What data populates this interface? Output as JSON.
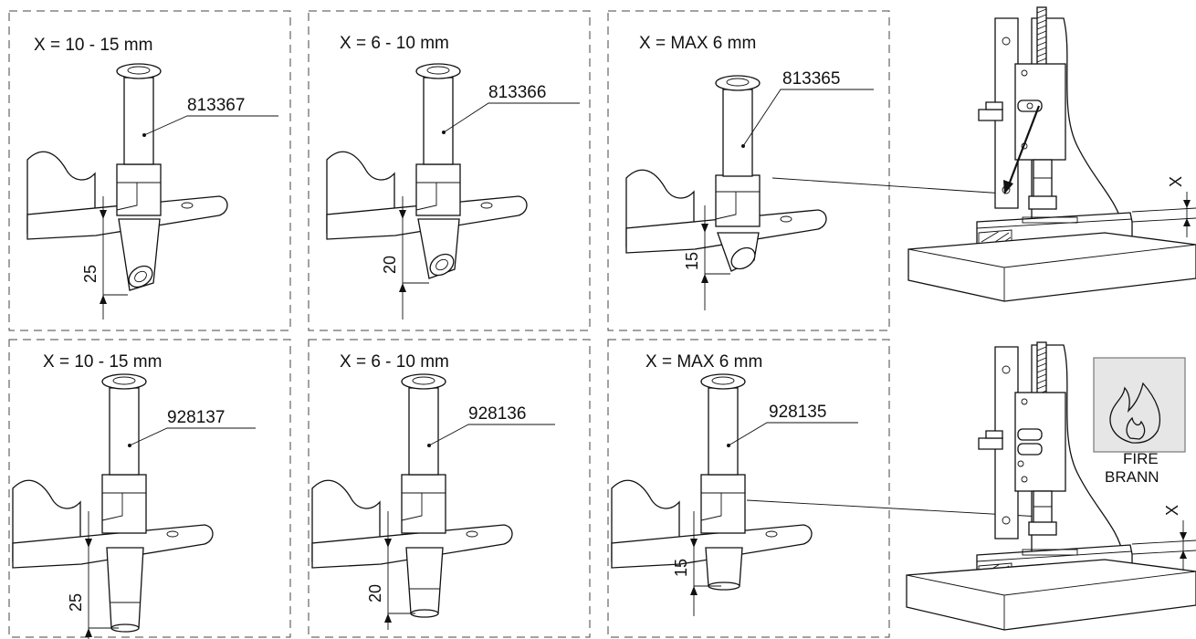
{
  "panels": [
    {
      "header": "X = 10 - 15 mm",
      "part_number": "813367",
      "dimension": "25"
    },
    {
      "header": "X = 6 - 10 mm",
      "part_number": "813366",
      "dimension": "20"
    },
    {
      "header": "X = MAX 6 mm",
      "part_number": "813365",
      "dimension": "15"
    },
    {
      "header": "X = 10 - 15 mm",
      "part_number": "928137",
      "dimension": "25"
    },
    {
      "header": "X = 6 - 10 mm",
      "part_number": "928136",
      "dimension": "20"
    },
    {
      "header": "X = MAX 6 mm",
      "part_number": "928135",
      "dimension": "15"
    }
  ],
  "install": {
    "top_gap_label": "X",
    "bottom_gap_label": "X"
  },
  "fire_badge": {
    "icon": "flame-icon",
    "line1": "FIRE",
    "line2": "BRANN"
  }
}
